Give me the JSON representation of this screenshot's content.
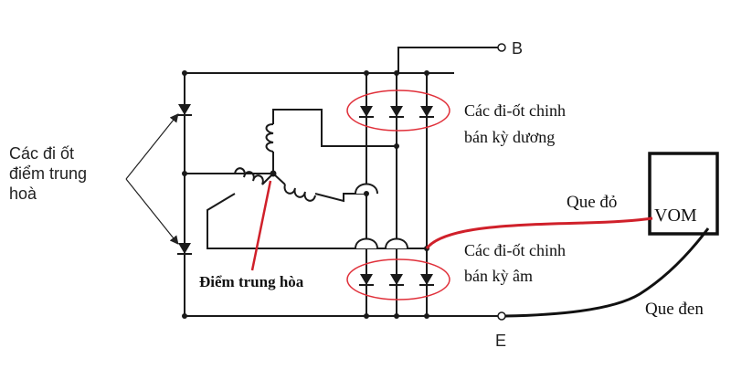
{
  "terminals": {
    "b": "B",
    "e": "E"
  },
  "labels": {
    "neutral_diodes": [
      "Các đi ốt",
      "điểm trung",
      "hoà"
    ],
    "positive_diodes": [
      "Các đi-ốt chinh",
      "bán kỳ dương"
    ],
    "negative_diodes": [
      "Các đi-ốt chinh",
      "bán kỳ âm"
    ],
    "neutral_point": "Điểm trung hòa",
    "meter": "VOM",
    "red_probe": "Que đỏ",
    "black_probe": "Que đen"
  },
  "colors": {
    "wire": "#1a1a1a",
    "red_probe": "#d0202a",
    "black_probe": "#111111",
    "highlight": "#e0303a"
  }
}
